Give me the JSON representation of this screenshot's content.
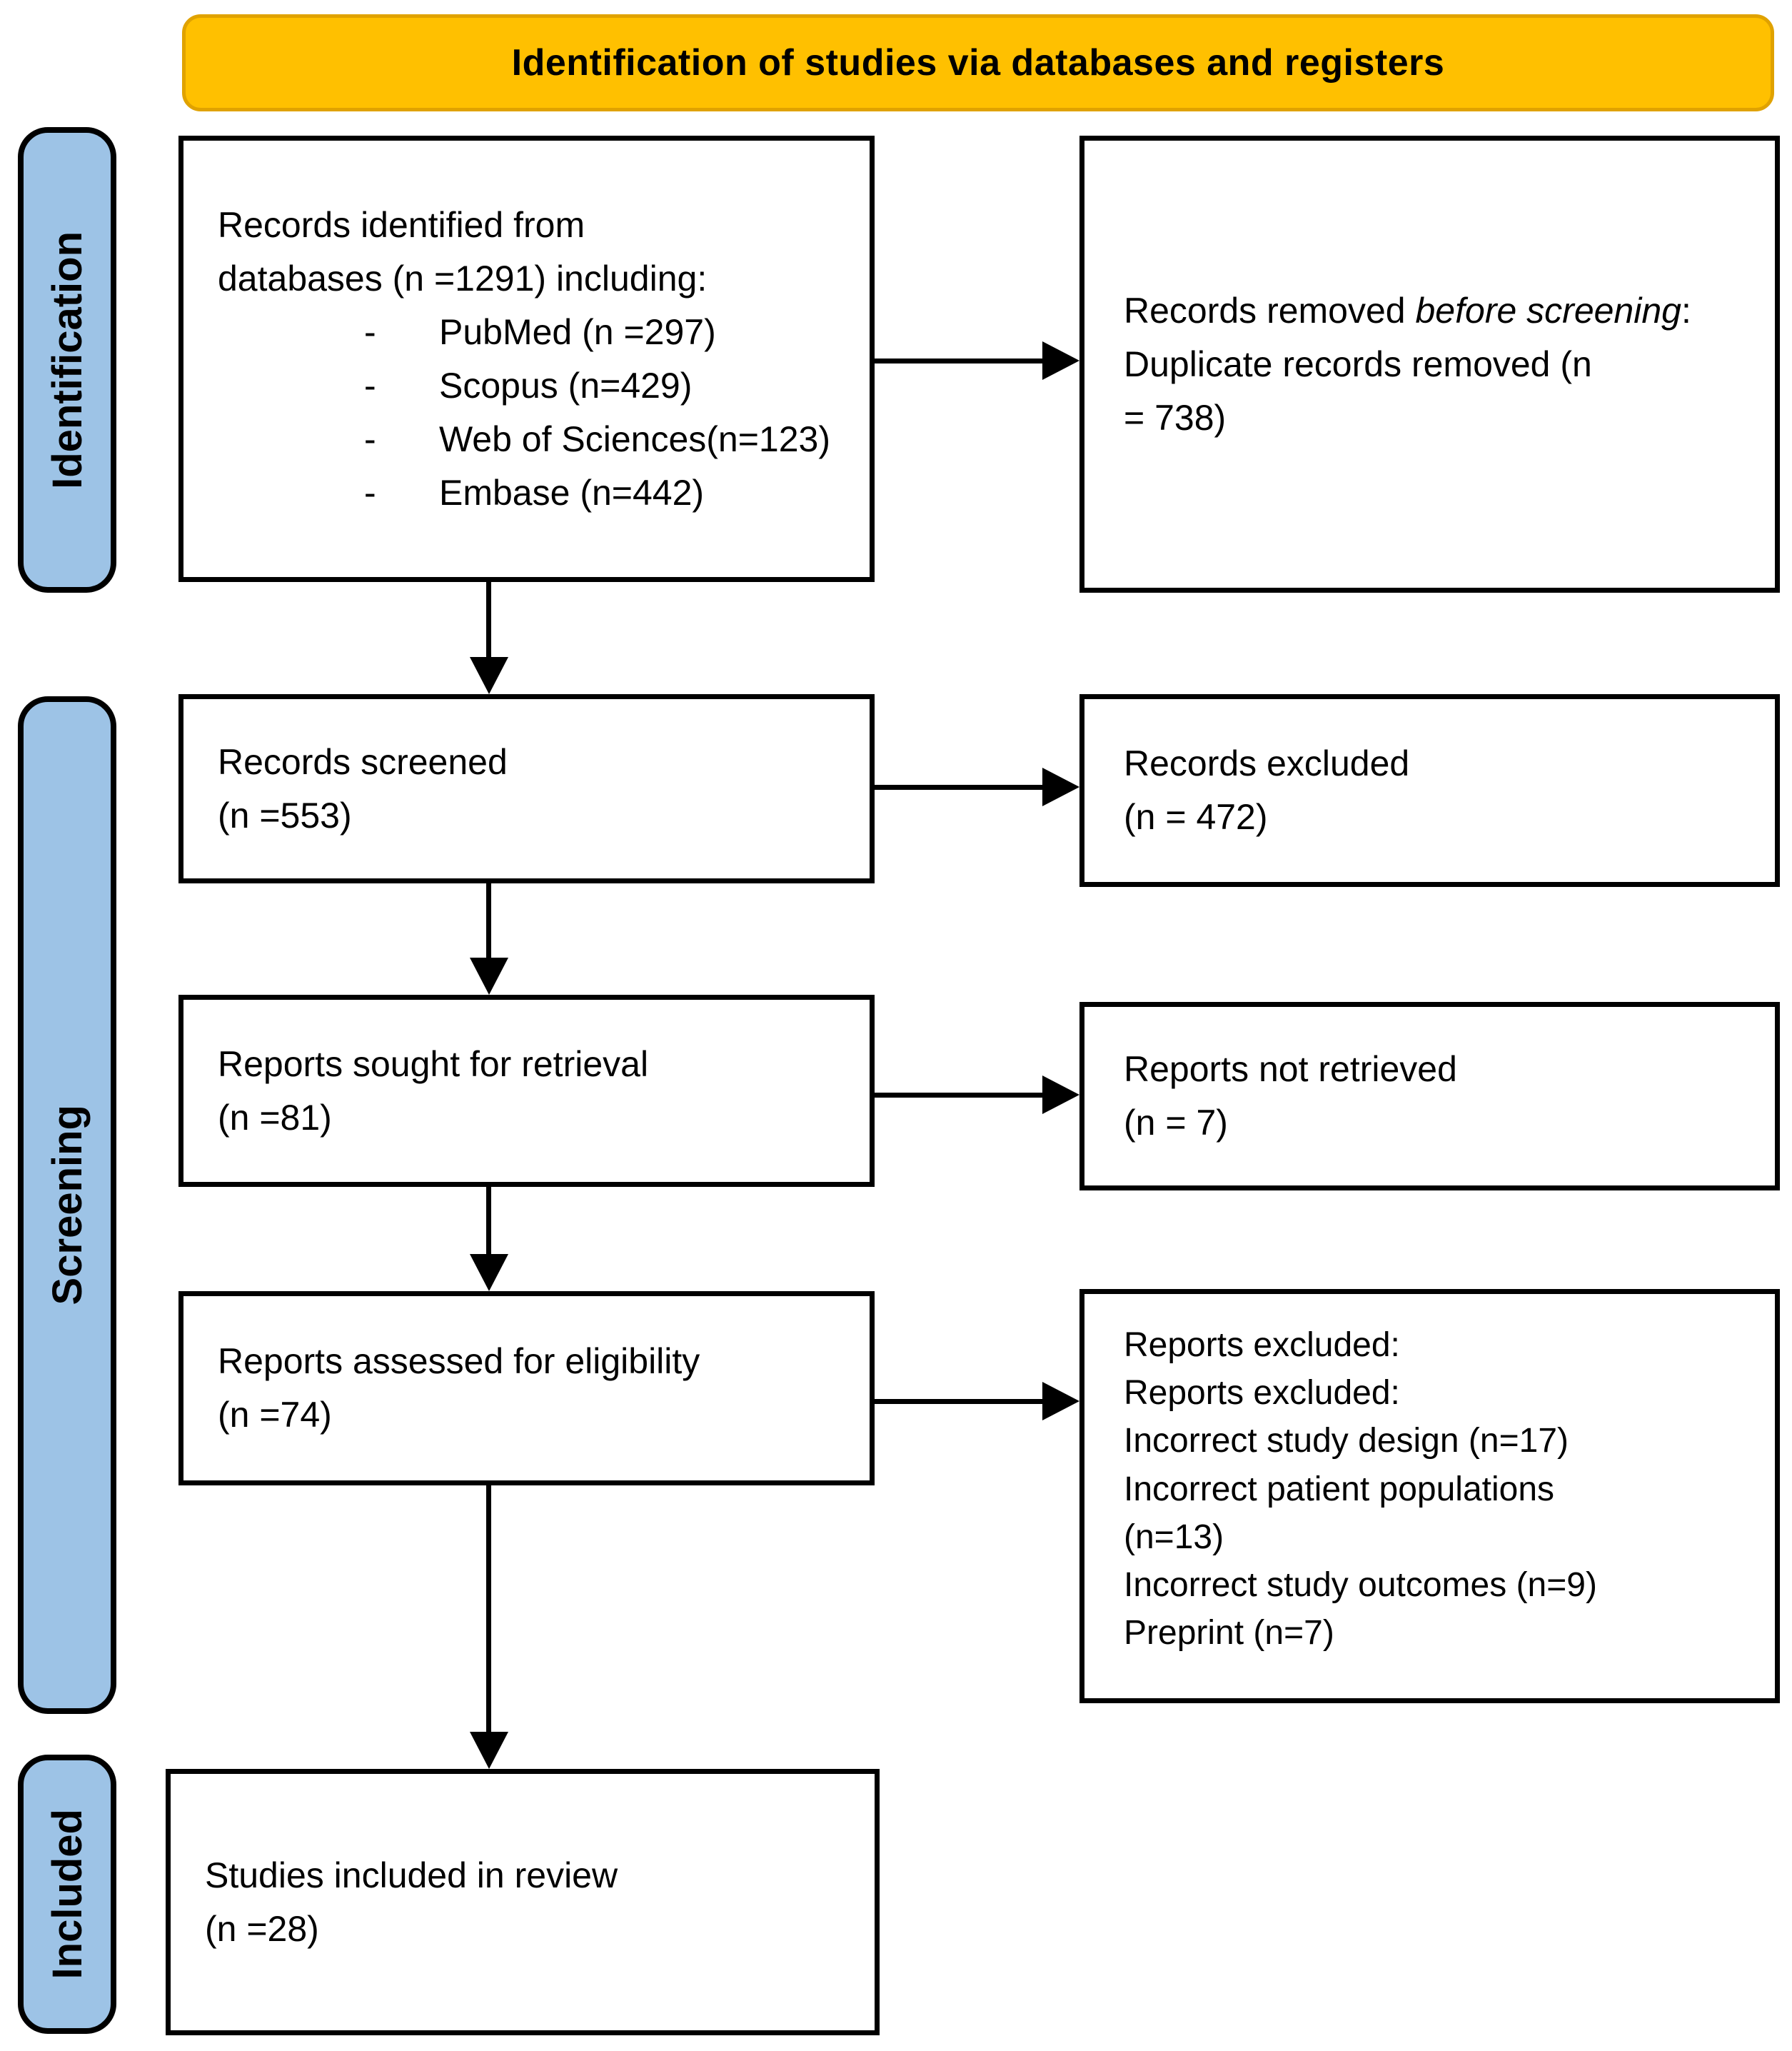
{
  "colors": {
    "header_fill": "#FFC000",
    "header_border": "#E0A200",
    "sidebar_fill": "#9DC3E6",
    "line_color": "#000000"
  },
  "header": {
    "title": "Identification of studies via databases and registers"
  },
  "stages": {
    "identification": "Identification",
    "screening": "Screening",
    "included": "Included"
  },
  "boxes": {
    "records_identified": {
      "lead": "Records identified from databases (n =1291) including:",
      "dash": "-",
      "items": [
        "PubMed (n =297)",
        "Scopus (n=429)",
        "Web of Sciences(n=123)",
        "Embase (n=442)"
      ]
    },
    "records_removed": {
      "prefix": "Records removed ",
      "italic": "before screening",
      "suffix": ":",
      "detail": "Duplicate records removed (n = 738)"
    },
    "records_screened": {
      "line1": "Records screened",
      "line2": "(n =553)"
    },
    "records_excluded": {
      "line1": "Records excluded",
      "line2": "(n = 472)"
    },
    "reports_sought": {
      "line1": "Reports sought for retrieval",
      "line2": "(n =81)"
    },
    "reports_not_retrieved": {
      "line1": "Reports not retrieved",
      "line2": "(n = 7)"
    },
    "reports_assessed": {
      "line1": "Reports assessed for eligibility",
      "line2": "(n =74)"
    },
    "reports_excluded": {
      "heading": "Reports excluded:",
      "items": [
        "Reports excluded:",
        "Incorrect study design (n=17)",
        "Incorrect patient populations (n=13)",
        "Incorrect study outcomes (n=9)",
        "Preprint (n=7)"
      ]
    },
    "studies_included": {
      "line1": "Studies included in review",
      "line2": "(n =28)"
    }
  }
}
